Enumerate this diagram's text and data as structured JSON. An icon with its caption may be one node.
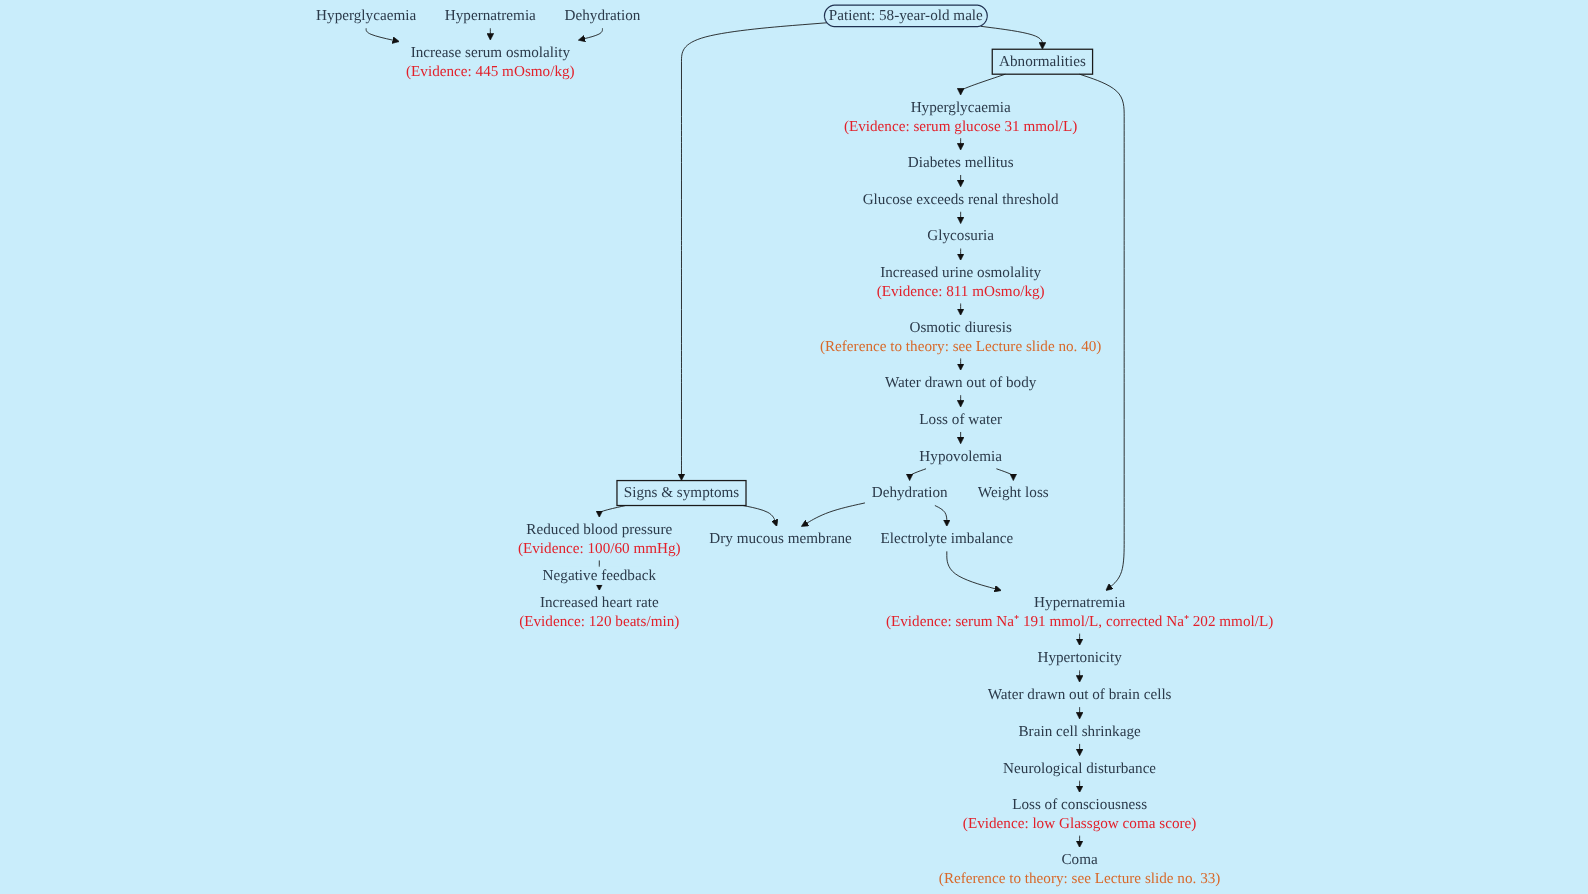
{
  "diagram": {
    "nodes": [
      {
        "text": [
          "Patient: 58-year-old male"
        ]
      },
      {
        "text": [
          "Signs & symptoms"
        ]
      },
      {
        "text": [
          "Abnormalities"
        ]
      },
      {
        "text": [
          "Reduced blood pressure",
          "(Evidence: 100/60 mmHg)"
        ]
      },
      {
        "text": [
          "Dehydration"
        ]
      },
      {
        "text": [
          "Electrolyte imbalance"
        ]
      },
      {
        "text": [
          "Hyperglycaemia",
          "(Evidence: serum glucose 31 mmol/L)"
        ]
      },
      {
        "text": [
          "Hypernatremia",
          "(Evidence: serum Na⁺ 191 mmol/L, corrected Na⁺ 202 mmol/L)"
        ]
      },
      {
        "text": [
          "Dry mucous membrane"
        ]
      },
      {
        "text": [
          "Hypovolemia"
        ]
      },
      {
        "text": [
          "Increased heart rate",
          "(Evidence: 120 beats/min)"
        ]
      },
      {
        "text": [
          "Weight loss"
        ]
      },
      {
        "text": [
          "Diabetes mellitus"
        ]
      },
      {
        "text": [
          "Hypertonicity"
        ]
      },
      {
        "text": [
          "Loss of water"
        ]
      },
      {
        "text": [
          "Water drawn out of body"
        ]
      },
      {
        "text": [
          "Glucose exceeds renal threshold"
        ]
      },
      {
        "text": [
          "Water drawn out of brain cells"
        ]
      },
      {
        "text": [
          "Glycosuria"
        ]
      },
      {
        "text": [
          "Brain cell shrinkage"
        ]
      },
      {
        "text": [
          "Neurological disturbance"
        ]
      },
      {
        "text": [
          "Increased urine osmolality",
          "(Evidence: 811 mOsmo/kg)"
        ]
      },
      {
        "text": [
          "Loss of consciousness",
          "(Evidence: low Glassgow coma score)"
        ]
      },
      {
        "text": [
          "Osmotic diuresis",
          "(Reference to theory: see Lecture slide no. 40)"
        ]
      },
      {
        "text": [
          "Coma",
          "(Reference to theory: see Lecture slide no. 33)"
        ]
      },
      {
        "text": [
          "Increase serum osmolality",
          "(Evidence: 445 mOsmo/kg)"
        ]
      },
      {
        "text": [
          "Hyperglycaemia"
        ]
      },
      {
        "text": [
          "Hypernatremia"
        ]
      },
      {
        "text": [
          "Dehydration"
        ]
      }
    ],
    "edges": [
      {
        "from": 0,
        "to": 1,
        "arrow": "to"
      },
      {
        "from": 0,
        "to": 2,
        "arrow": "to"
      },
      {
        "from": 1,
        "to": 3,
        "arrow": "to"
      },
      {
        "from": 1,
        "to": 8,
        "arrow": "to"
      },
      {
        "from": 3,
        "to": 10,
        "arrow": "to",
        "label": "Negative feedback"
      },
      {
        "from": 4,
        "to": 8,
        "arrow": "to"
      },
      {
        "from": 4,
        "to": 5,
        "arrow": "to"
      },
      {
        "from": 5,
        "to": 7,
        "arrow": "to"
      },
      {
        "from": 9,
        "to": 4,
        "arrow": "to"
      },
      {
        "from": 9,
        "to": 11,
        "arrow": "to"
      },
      {
        "from": 14,
        "to": 9,
        "arrow": "to"
      },
      {
        "from": 15,
        "to": 14,
        "arrow": "to"
      },
      {
        "from": 23,
        "to": 15,
        "arrow": "to"
      },
      {
        "from": 2,
        "to": 6,
        "arrow": "to"
      },
      {
        "from": 2,
        "to": 7,
        "arrow": "to"
      },
      {
        "from": 6,
        "to": 12,
        "arrow": "to"
      },
      {
        "from": 12,
        "to": 16,
        "arrow": "to"
      },
      {
        "from": 16,
        "to": 18,
        "arrow": "to"
      },
      {
        "from": 18,
        "to": 21,
        "arrow": "to"
      },
      {
        "from": 21,
        "to": 23,
        "arrow": "to"
      },
      {
        "from": 7,
        "to": 13,
        "arrow": "to"
      },
      {
        "from": 13,
        "to": 17,
        "arrow": "to"
      },
      {
        "from": 17,
        "to": 19,
        "arrow": "to"
      },
      {
        "from": 19,
        "to": 20,
        "arrow": "to"
      },
      {
        "from": 20,
        "to": 22,
        "arrow": "to"
      },
      {
        "from": 22,
        "to": 24,
        "arrow": "to"
      },
      {
        "from": 26,
        "to": 25,
        "arrow": "to"
      },
      {
        "from": 27,
        "to": 25,
        "arrow": "to"
      },
      {
        "from": 28,
        "to": 25,
        "arrow": "to"
      }
    ]
  }
}
